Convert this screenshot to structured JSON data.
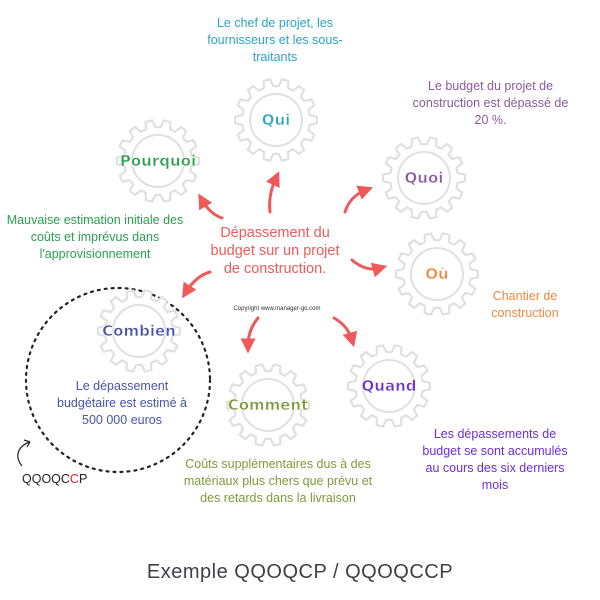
{
  "center": {
    "text": "Dépassement du budget sur un projet de construction.",
    "copyright": "Copyright www.manager-go.com"
  },
  "gears": [
    {
      "id": "qui",
      "label": "Qui",
      "color": "#2ba4c8",
      "description": "Le chef de projet, les fournisseurs et les sous-traitants"
    },
    {
      "id": "quoi",
      "label": "Quoi",
      "color": "#8d5aa0",
      "description": "Le budget du projet de construction est dépassé de 20 %."
    },
    {
      "id": "ou",
      "label": "Où",
      "color": "#ef8a3c",
      "description": "Chantier de construction"
    },
    {
      "id": "quand",
      "label": "Quand",
      "color": "#6a2fd6",
      "description": "Les dépassements de budget se sont accumulés au cours des six derniers mois"
    },
    {
      "id": "comment",
      "label": "Comment",
      "color": "#7f9a3a",
      "description": "Coûts supplémentaires dus à des matériaux plus chers que prévu et des retards dans la livraison"
    },
    {
      "id": "combien",
      "label": "Combien",
      "color": "#4a54a8",
      "description": "Le dépassement budgétaire est estimé à 500 000 euros"
    },
    {
      "id": "pourquoi",
      "label": "Pourquoi",
      "color": "#2ba04e",
      "description": "Mauvaise estimation initiale des coûts et imprévus dans l'approvisionnement"
    }
  ],
  "qqoqccp_label": {
    "prefix": "QQOQC",
    "highlight": "C",
    "suffix": "P",
    "highlight_color": "#e02020"
  },
  "footer": {
    "title": "Exemple QQOQCP / QQOQCCP"
  },
  "colors": {
    "arrow": "#ee5a5a",
    "gear_stroke": "#e0e0e0"
  }
}
